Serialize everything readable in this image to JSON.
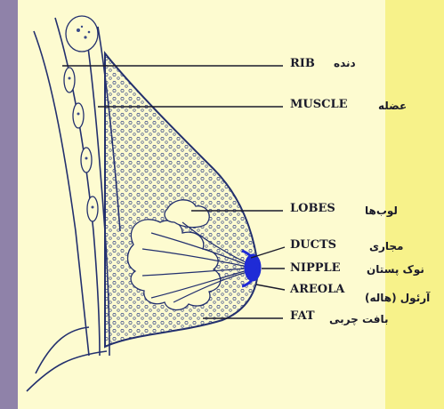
{
  "labels": {
    "rib": {
      "en": "RIB",
      "fa": "دنده"
    },
    "muscle": {
      "en": "MUSCLE",
      "fa": "عضله"
    },
    "lobes": {
      "en": "LOBES",
      "fa": "لوب‌ها"
    },
    "ducts": {
      "en": "DUCTS",
      "fa": "مجاری"
    },
    "nipple": {
      "en": "NIPPLE",
      "fa": "نوک پستان"
    },
    "areola": {
      "en": "AREOLA",
      "fa": "آرئول (هاله)"
    },
    "fat": {
      "en": "FAT",
      "fa": "بافت چربی"
    }
  },
  "colors": {
    "background_left": "#8f82a9",
    "paper": "#fdfbd0",
    "background_right": "#f7f28a",
    "line": "#23306e",
    "nipple": "#1f2bd6"
  }
}
